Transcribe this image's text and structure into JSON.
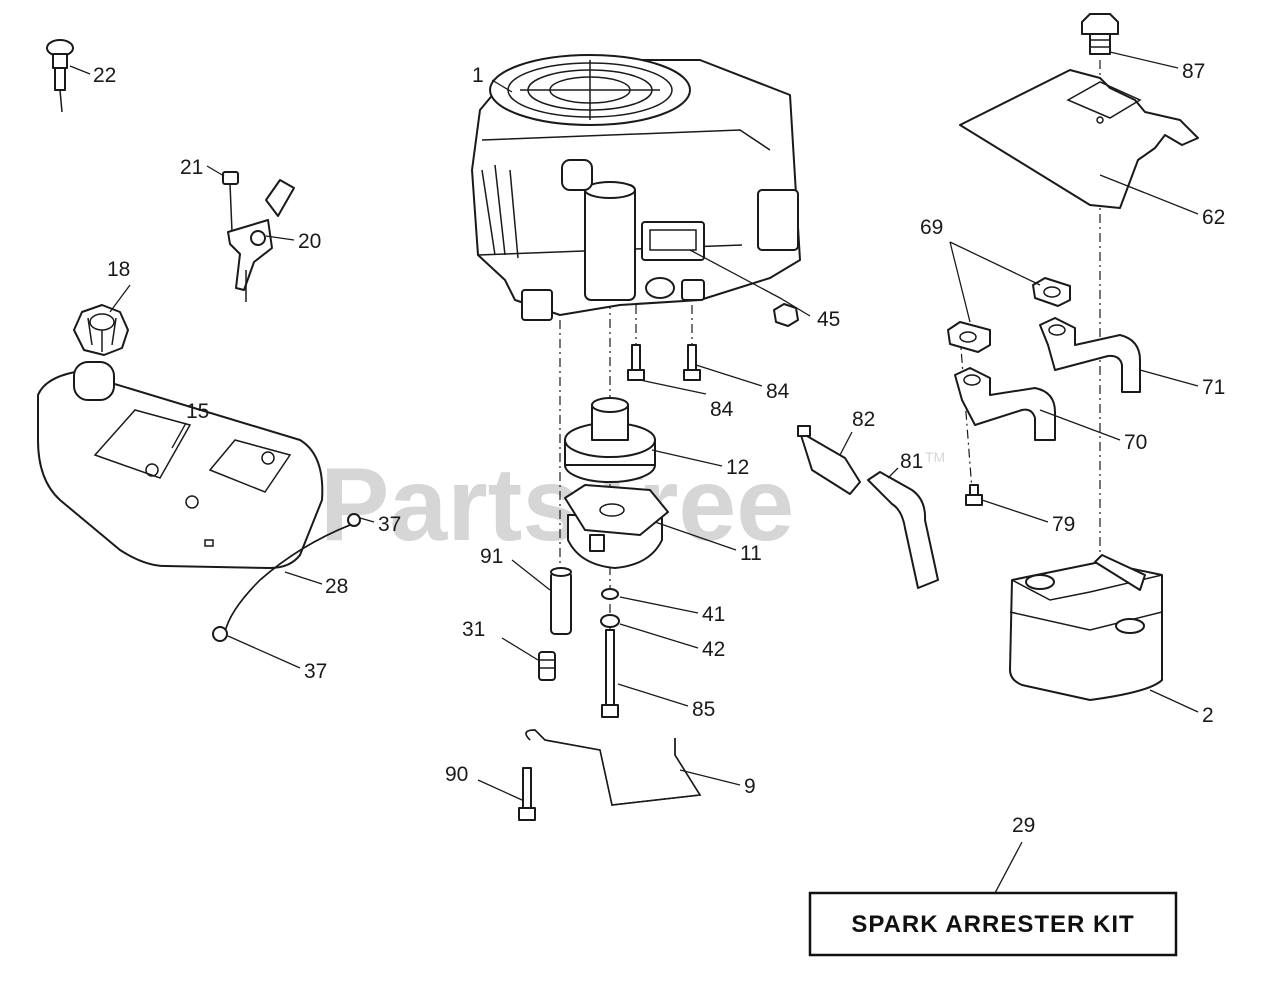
{
  "watermark": {
    "text": "PartsTree",
    "trademark": "TM"
  },
  "kit_box": {
    "label": "SPARK ARRESTER KIT",
    "callout": "29"
  },
  "callouts": [
    {
      "id": "p1",
      "label": "1"
    },
    {
      "id": "p22",
      "label": "22"
    },
    {
      "id": "p21",
      "label": "21"
    },
    {
      "id": "p20",
      "label": "20"
    },
    {
      "id": "p18",
      "label": "18"
    },
    {
      "id": "p15",
      "label": "15"
    },
    {
      "id": "p37a",
      "label": "37"
    },
    {
      "id": "p28",
      "label": "28"
    },
    {
      "id": "p37b",
      "label": "37"
    },
    {
      "id": "p45",
      "label": "45"
    },
    {
      "id": "p84a",
      "label": "84"
    },
    {
      "id": "p84b",
      "label": "84"
    },
    {
      "id": "p12",
      "label": "12"
    },
    {
      "id": "p11",
      "label": "11"
    },
    {
      "id": "p91",
      "label": "91"
    },
    {
      "id": "p41",
      "label": "41"
    },
    {
      "id": "p42",
      "label": "42"
    },
    {
      "id": "p31",
      "label": "31"
    },
    {
      "id": "p85",
      "label": "85"
    },
    {
      "id": "p90",
      "label": "90"
    },
    {
      "id": "p9",
      "label": "9"
    },
    {
      "id": "p82",
      "label": "82"
    },
    {
      "id": "p81",
      "label": "81"
    },
    {
      "id": "p87",
      "label": "87"
    },
    {
      "id": "p62",
      "label": "62"
    },
    {
      "id": "p69",
      "label": "69"
    },
    {
      "id": "p71",
      "label": "71"
    },
    {
      "id": "p70",
      "label": "70"
    },
    {
      "id": "p79",
      "label": "79"
    },
    {
      "id": "p2",
      "label": "2"
    }
  ]
}
